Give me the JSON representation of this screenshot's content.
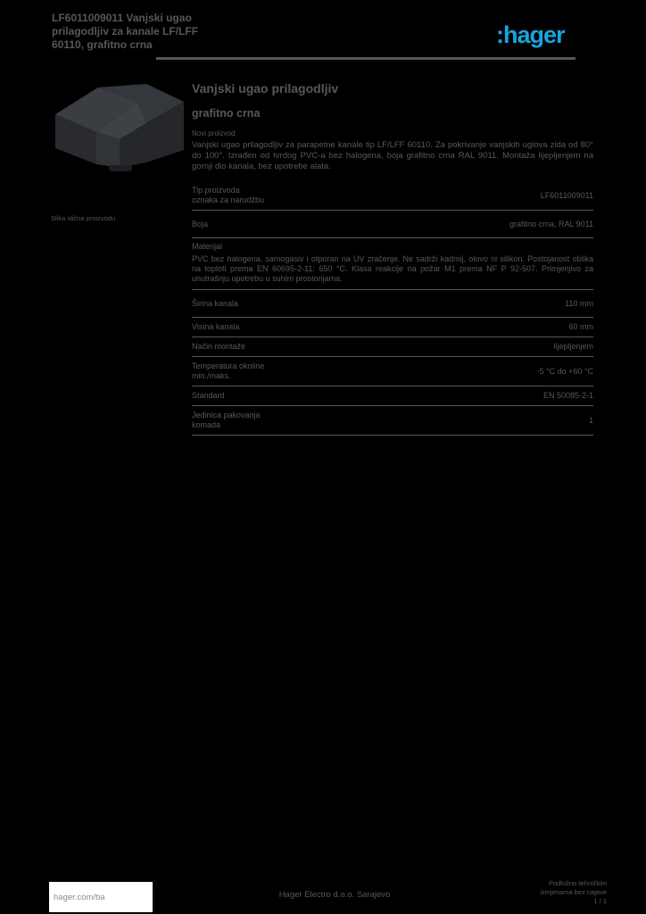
{
  "colors": {
    "accent_logo_blue": "#17a5de",
    "text_gray": "#57585b",
    "page_background": "#000000",
    "footer_box_white": "#ffffff"
  },
  "header": {
    "title_line1": "LF6011009011 Vanjski ugao",
    "title_line2": "prilagodljiv za kanale LF/LFF",
    "title_line3": "60110, grafitno crna",
    "logo_text": ":hager"
  },
  "product": {
    "image_caption": "Slika slična proizvodu",
    "title_line1": "Vanjski ugao prilagodljiv",
    "title_line2": "grafitno crna",
    "new_label": "Novi proizvod",
    "description": "Vanjski ugao prilagodljiv za parapetne kanale tip LF/LFF 60110. Za pokrivanje vanjskih uglova zida od 80° do 100°. Izrađen od tvrdog PVC-a bez halogena, boja grafitno crna RAL 9011. Montaža lijepljenjem na gornji dio kanala, bez upotrebe alata."
  },
  "specs": {
    "rows": [
      {
        "label": "Tip proizvoda",
        "label2": "oznaka za narudžbu",
        "value": "LF6011009011"
      },
      {
        "label": "Boja",
        "label2": "",
        "value": "grafitno crna, RAL 9011"
      },
      {
        "label": "Materijal",
        "label2": "",
        "value": "",
        "note": "PVC bez halogena, samogasiv i otporan na UV zračenje. Ne sadrži kadmij, olovo ni silikon. Postojanost oblika na toploti prema EN 60695-2-11: 650 °C. Klasa reakcije na požar M1 prema NF P 92-507. Primjenjivo za unutrašnju upotrebu u suhim prostorijama."
      },
      {
        "label": "Širina kanala",
        "label2": "",
        "value": "110 mm"
      },
      {
        "label": "Visina kanala",
        "label2": "",
        "value": "60 mm"
      },
      {
        "label": "Način montaže",
        "label2": "",
        "value": "lijepljenjem"
      },
      {
        "label": "Temperatura okoline",
        "label2": "min./maks.",
        "value": "-5 °C do +60 °C"
      },
      {
        "label": "Standard",
        "label2": "",
        "value": "EN 50085-2-1"
      },
      {
        "label": "Jedinica pakovanja",
        "label2": "komada",
        "value": "1"
      }
    ]
  },
  "footer": {
    "site_link": "hager.com/ba",
    "center_text": "Hager Electro d.o.o. Sarajevo",
    "right_line1": "Podložno tehničkim",
    "right_line2": "izmjenama bez najave",
    "right_line3": "1 / 1"
  }
}
